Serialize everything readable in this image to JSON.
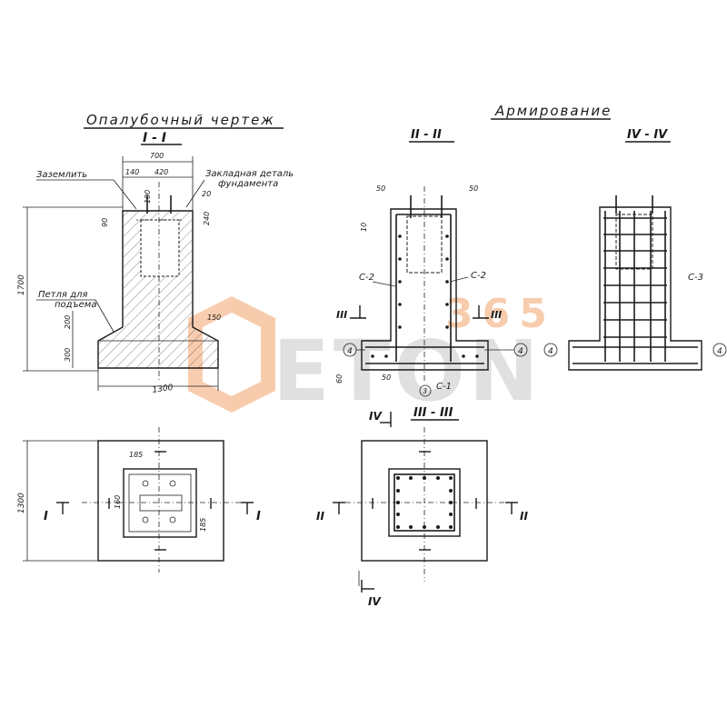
{
  "titles": {
    "formwork": "Опалубочный чертеж",
    "reinforcement": "Армирование",
    "section_1": "I - I",
    "section_2": "II - II",
    "section_4": "IV - IV",
    "section_3": "III - III"
  },
  "notes": {
    "ground": "Заземлить",
    "embedded_1": "Закладная деталь",
    "embedded_2": "фундамента",
    "loop_1": "Петля для",
    "loop_2": "подъема"
  },
  "dimensions": {
    "d700": "700",
    "d140": "140",
    "d420": "420",
    "d100": "100",
    "d20": "20",
    "d90": "90",
    "d240": "240",
    "d1700": "1700",
    "d200": "200",
    "d300": "300",
    "d150": "150",
    "d1300": "1300",
    "d1300v": "1300",
    "d185a": "185",
    "d160": "160",
    "d185b": "185",
    "d50a": "50",
    "d50b": "50",
    "d10": "10",
    "d60": "60",
    "d50c": "50"
  },
  "marks": {
    "c2_left": "C-2",
    "c2_right": "C-2",
    "c3": "C-3",
    "c1": "C-1",
    "n3": "3",
    "n4a": "4",
    "n4b": "4",
    "n4c": "4",
    "n4d": "4",
    "sec3_left": "III",
    "sec3_right": "III",
    "sec1_left": "I",
    "sec1_right": "I",
    "sec2_left": "II",
    "sec2_right": "II",
    "sec4_top": "IV",
    "sec4_bottom": "IV"
  },
  "watermark": {
    "brand": "ETON",
    "number": "365",
    "color": "#f2a36b"
  }
}
